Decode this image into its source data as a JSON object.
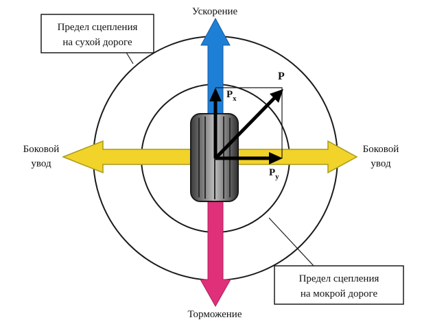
{
  "labels": {
    "top": "Ускорение",
    "bottom": "Торможение",
    "left_line1": "Боковой",
    "left_line2": "увод",
    "right_line1": "Боковой",
    "right_line2": "увод",
    "dry_line1": "Предел сцепления",
    "dry_line2": "на сухой дороге",
    "wet_line1": "Предел сцепления",
    "wet_line2": "на мокрой дороге",
    "p": "P",
    "px_main": "P",
    "px_sub": "x",
    "py_main": "P",
    "py_sub": "y"
  },
  "colors": {
    "accel_arrow": "#1e7fd6",
    "brake_arrow": "#e0307a",
    "lateral_arrow": "#f2d32a",
    "lateral_outline": "#a89a1a",
    "circle_stroke": "#1a1a1a",
    "force_arrow": "#000000",
    "tire_dark": "#2b2b2b",
    "tire_light": "#9a9a9a"
  }
}
